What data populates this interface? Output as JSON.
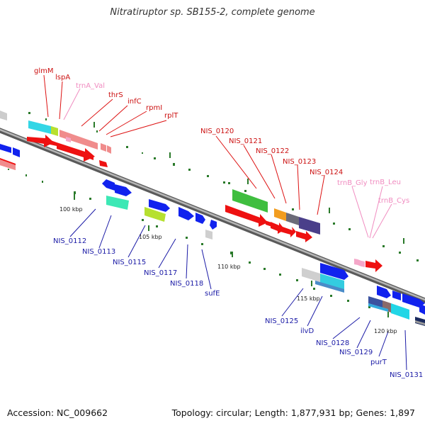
{
  "header": {
    "title": "Nitratiruptor sp. SB155-2, complete genome"
  },
  "footer": {
    "accession": "Accession: NC_009662",
    "summary": "Topology: circular; Length: 1,877,931 bp; Genes: 1,897"
  },
  "colors": {
    "backbone": "#888888",
    "forward_gene": "#ee1111",
    "reverse_gene": "#1122ee",
    "forward_label": "#cc1111",
    "reverse_label": "#1a1aa6",
    "trna_label": "#f08cc0"
  },
  "scale_labels": [
    "100 kbp",
    "105 kbp",
    "110 kbp",
    "115 kbp",
    "120 kbp"
  ],
  "gene_labels": {
    "forward": [
      "glmM",
      "lspA",
      "thrS",
      "infC",
      "rpmI",
      "rplT",
      "NIS_0120",
      "NIS_0121",
      "NIS_0122",
      "NIS_0123",
      "NIS_0124"
    ],
    "trna": [
      "trnA_Val",
      "trnB_Gly",
      "trnB_Leu",
      "trnB_Cys"
    ],
    "reverse": [
      "NIS_0112",
      "NIS_0113",
      "NIS_0115",
      "NIS_0117",
      "NIS_0118",
      "sufE",
      "NIS_0125",
      "ilvD",
      "NIS_0128",
      "NIS_0129",
      "purT",
      "NIS_0131"
    ]
  }
}
